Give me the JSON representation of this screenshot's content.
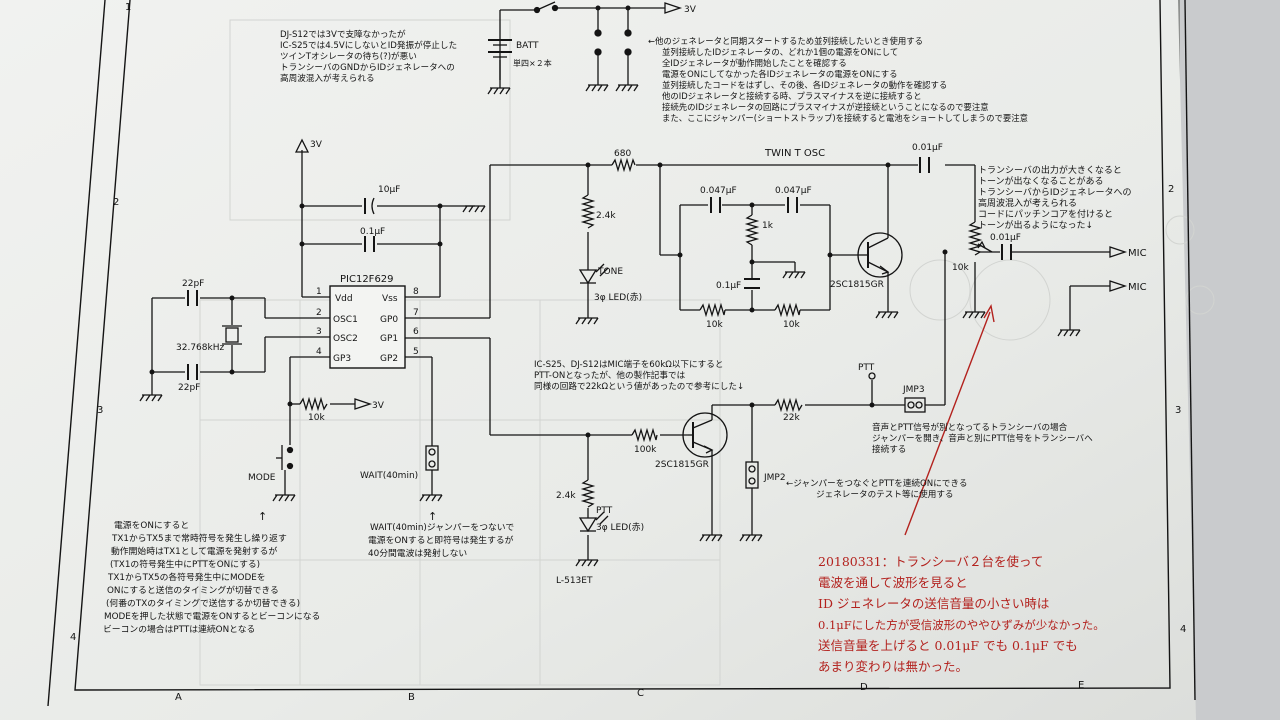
{
  "border": {
    "rows": [
      "1",
      "2",
      "3",
      "4"
    ],
    "cols": [
      "A",
      "B",
      "C",
      "D",
      "E"
    ]
  },
  "notes_top_left": [
    "DJ-S12では3Vで支障なかったが",
    "IC-S25では4.5VにしないとID発振が停止した",
    "ツインTオシレータの待ち(?)が悪い",
    "トランシーバのGNDからIDジェネレータへの",
    "高周波混入が考えられる"
  ],
  "notes_top_right": [
    "←他のジェネレータと同期スタートするため並列接続したいとき使用する",
    "並列接続したIDジェネレータの、どれか1個の電源をONにして",
    "全IDジェネレータが動作開始したことを確認する",
    "電源をONにしてなかった各IDジェネレータの電源をONにする",
    "並列接続したコードをはずし、その後、各IDジェネレータの動作を確認する",
    "他のIDジェネレータと接続する時、プラスマイナスを逆に接続すると",
    "接続先のIDジェネレータの回路にプラスマイナスが逆接続ということになるので要注意",
    "また、ここにジャンパー(ショートストラップ)を接続すると電池をショートしてしまうので要注意"
  ],
  "notes_right": [
    "トランシーバの出力が大きくなると",
    "トーンが出なくなることがある",
    "トランシーバからIDジェネレータへの",
    "高周波混入が考えられる",
    "コードにパッチンコアを付けると",
    "トーンが出るようになった↓"
  ],
  "notes_mid": [
    "IC-S25、DJ-S12はMIC端子を60kΩ以下にすると",
    "PTT-ONとなったが、他の製作記事では",
    "同様の回路で22kΩという値があったので参考にした↓"
  ],
  "notes_jmp3": [
    "音声とPTT信号が別となってるトランシーバの場合",
    "ジャンパーを開き、音声と別にPTT信号をトランシーバへ",
    "接続する"
  ],
  "notes_jmp2": [
    "←ジャンパーをつなぐとPTTを連続ONにできる",
    "ジェネレータのテスト等に使用する"
  ],
  "notes_bottom_left": [
    "電源をONにすると",
    "TX1からTX5まで常時符号を発生し繰り返す",
    "動作開始時はTX1として電源を発射するが",
    "(TX1の符号発生中にPTTをONにする)",
    "TX1からTX5の各符号発生中にMODEを",
    "ONにすると送信のタイミングが切替できる",
    "(何番のTXのタイミングで送信するか切替できる)",
    "MODEを押した状態で電源をONするとビーコンになる",
    "ビーコンの場合はPTTは連続ONとなる"
  ],
  "notes_bottom_mid": [
    "WAIT(40min)ジャンパーをつないで",
    "電源をONすると即符号は発生するが",
    "40分間電波は発射しない"
  ],
  "note_red": [
    "20180331：トランシーバ２台を使って",
    "電波を通して波形を見ると",
    "ID ジェネレータの送信音量の小さい時は",
    "0.1μFにした方が受信波形のややひずみが少なかった。",
    "送信音量を上げると 0.01μF でも 0.1μF でも",
    "あまり変わりは無かった。"
  ],
  "labels": {
    "batt": "BATT",
    "batt_sub": "単四×２本",
    "v3_top": "3V",
    "v3_left": "3V",
    "v3_mode": "3V",
    "cap_10u": "10μF",
    "cap_01u_left": "0.1μF",
    "cap_22p_top": "22pF",
    "cap_22p_bot": "22pF",
    "crystal": "32.768kHz",
    "ic": "PIC12F629",
    "pin_vdd": "Vdd",
    "pin_osc1": "OSC1",
    "pin_osc2": "OSC2",
    "pin_gp3": "GP3",
    "pin_vss": "Vss",
    "pin_gp0": "GP0",
    "pin_gp1": "GP1",
    "pin_gp2": "GP2",
    "pn1": "1",
    "pn2": "2",
    "pn3": "3",
    "pn4": "4",
    "pn5": "5",
    "pn6": "6",
    "pn7": "7",
    "pn8": "8",
    "r_680": "680",
    "twin_t": "TWIN T OSC",
    "cap_001_top": "0.01μF",
    "cap_0047_l": "0.047μF",
    "cap_0047_r": "0.047μF",
    "r_1k": "1k",
    "cap_01u_mid": "0.1μF",
    "r_10k_l": "10k",
    "r_10k_r": "10k",
    "r_24k_top": "2.4k",
    "tone": "TONE",
    "led_top": "3φ LED(赤)",
    "q1": "2SC1815GR",
    "pot_10k": "10k",
    "cap_001_out": "0.01μF",
    "mic1": "MIC",
    "mic2": "MIC",
    "r_10k_mode": "10k",
    "mode": "MODE",
    "wait": "WAIT(40min)",
    "ptt_term": "PTT",
    "jmp3": "JMP3",
    "r_22k": "22k",
    "r_100k": "100k",
    "q2": "2SC1815GR",
    "jmp2": "JMP2",
    "r_24k_bot": "2.4k",
    "ptt_led": "PTT",
    "led_bot": "3φ LED(赤)",
    "led_part": "L-513ET"
  },
  "colors": {
    "paper": "#eceeeb",
    "ink": "#141414",
    "note": "#b3221e"
  }
}
